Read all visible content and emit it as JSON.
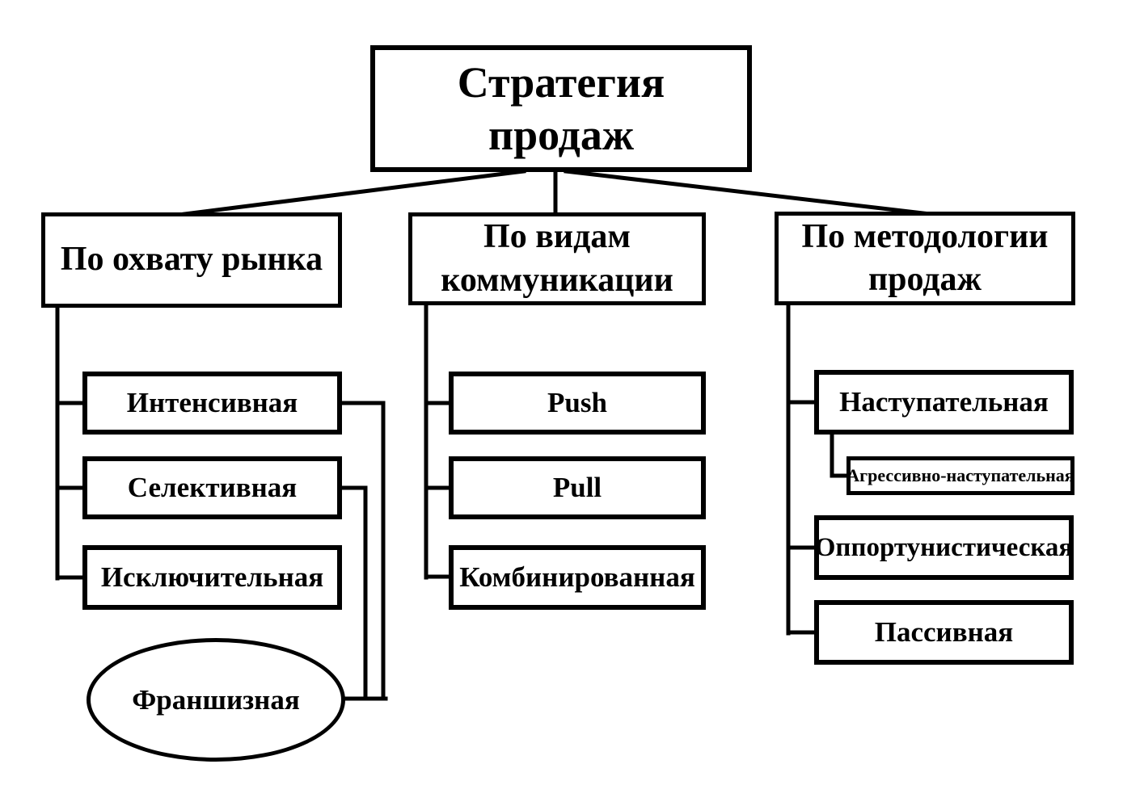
{
  "colors": {
    "ink": "#000000",
    "background": "#ffffff"
  },
  "title": {
    "label": "Стратегия продаж",
    "lines": [
      "Стратегия",
      "продаж"
    ]
  },
  "branches": [
    {
      "header": {
        "label": "По охвату рынка",
        "lines": [
          "По охвату рынка"
        ]
      },
      "items": [
        {
          "label": "Интенсивная"
        },
        {
          "label": "Селективная"
        },
        {
          "label": "Исключительная"
        },
        {
          "label": "Франшизная"
        }
      ]
    },
    {
      "header": {
        "label": "По видам коммуникации",
        "lines": [
          "По видам",
          "коммуникации"
        ]
      },
      "items": [
        {
          "label": "Push"
        },
        {
          "label": "Pull"
        },
        {
          "label": "Комбинированная"
        }
      ]
    },
    {
      "header": {
        "label": "По методологии продаж",
        "lines": [
          "По методологии",
          "продаж"
        ]
      },
      "items": [
        {
          "label": "Наступательная"
        },
        {
          "label": "Агрессивно-наступательная"
        },
        {
          "label": "Оппортунистическая"
        },
        {
          "label": "Пассивная"
        }
      ]
    }
  ]
}
